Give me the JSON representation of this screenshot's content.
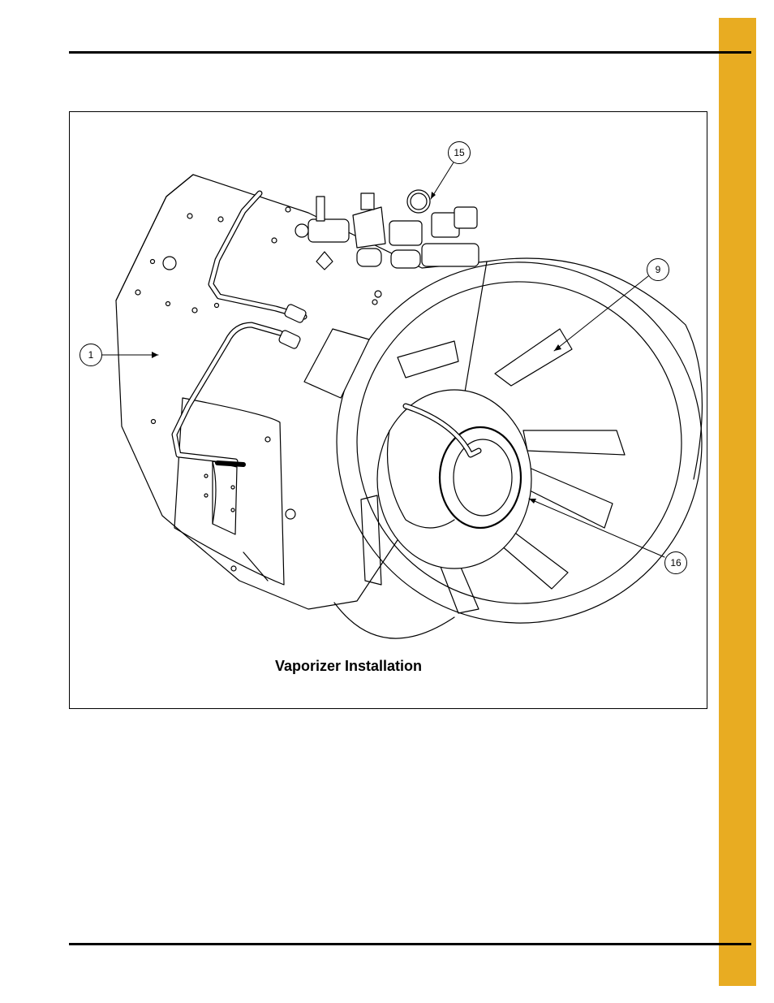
{
  "colors": {
    "side_tab": "#E8AC22",
    "ink": "#000000",
    "paper": "#FFFFFF"
  },
  "figure": {
    "caption": "Vaporizer Installation",
    "callouts": [
      {
        "number": "1"
      },
      {
        "number": "9"
      },
      {
        "number": "15"
      },
      {
        "number": "16"
      }
    ]
  }
}
